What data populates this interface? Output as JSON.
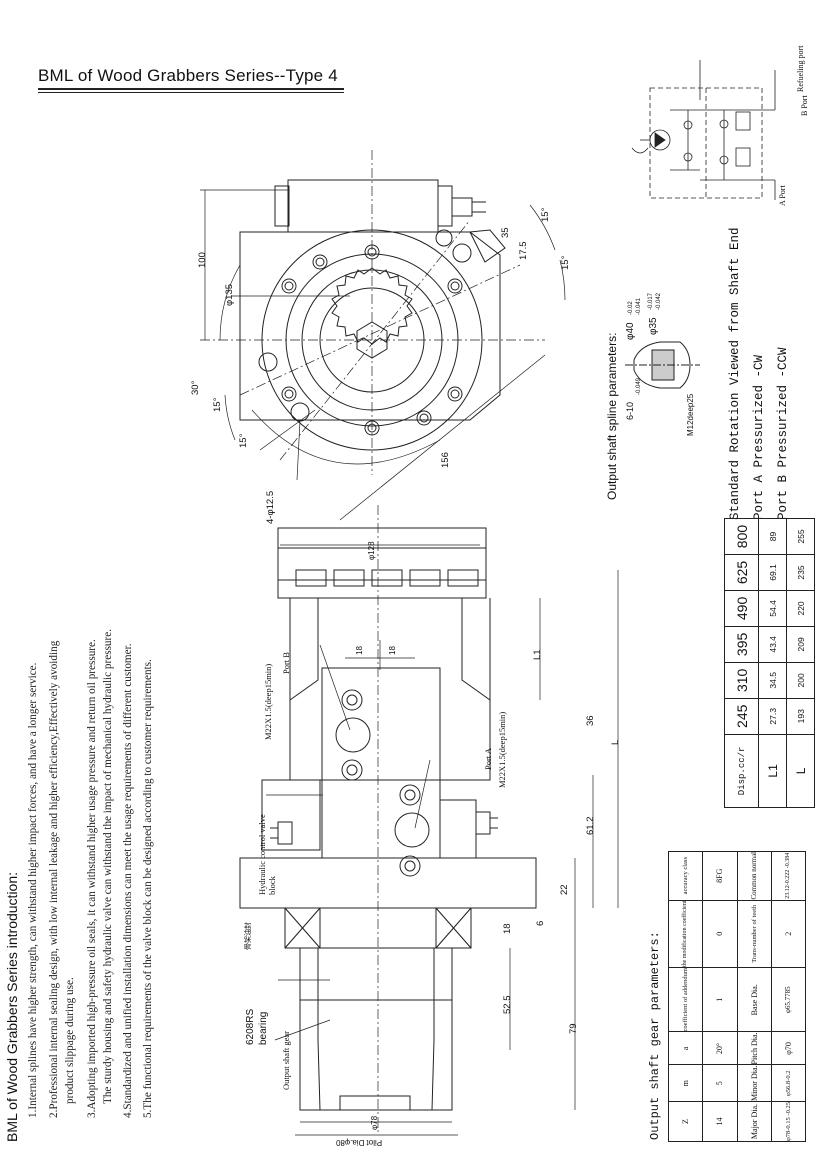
{
  "title": "BML of Wood Grabbers  Series--Type 4",
  "intro": {
    "heading": "BML of Wood Grabbers Series introduction:",
    "lines": [
      "1.Internal splines have higher strength, can withstand higher impact forces, and have a longer service.",
      "2.Professional internal sealing design, with low internal leakage and higher efficiency,Effectively avoiding",
      "product slippage during use.",
      "3.Adopting imported high-pressure oil seals, it can withstand higher usage pressure and return oil pressure.",
      "The sturdy housing and safety hydraulic valve can withstand the impact of mechanical hydraulic pressure.",
      "4.Standardized and unified installation dimensions can meet the usage requirements of different customer.",
      "5.The functional requirements of the valve block can be designed according to customer requirements."
    ]
  },
  "dims_front": {
    "d100": "100",
    "d135": "φ135",
    "d156": "156",
    "d30": "30°",
    "d15a": "15°",
    "d15b": "15°",
    "d15c": "15°",
    "d15d": "15°",
    "d175": "17.5",
    "holes": "4-φ12.5",
    "sq": "35"
  },
  "dims_side": {
    "d128": "φ128",
    "L1": "L1",
    "L": "L",
    "d18a": "18",
    "d18b": "18",
    "d36": "36",
    "d612": "61.2",
    "d22": "22",
    "d6": "6",
    "d18c": "18",
    "d525": "52.5",
    "d79": "79",
    "d78": "φ78",
    "pilot": "Pilot Dia.φ80"
  },
  "labels": {
    "portB_thread": "M22X1.5(deep15min)",
    "portB": "Port B",
    "portA_thread": "M22X1.5(deep15min)",
    "portA": "Port A",
    "valve_block": "Hydraulic control valve block",
    "bearing_code": "6208RS",
    "bearing": "bearing",
    "shaft_gear": "Output shaft gear",
    "seal_mark": "骨架油封"
  },
  "spline": {
    "heading": "Output shaft spline parameters:",
    "d40": "φ40",
    "d40_tol_up": "-0.02",
    "d40_tol_lo": "-0.041",
    "d35": "φ35",
    "d35_tol_up": "-0.017",
    "d35_tol_lo": "-0.042",
    "keyway": "6-10",
    "keyway_tol": "-0.049",
    "thread": "M12deep25"
  },
  "schematic": {
    "refuel": "Refueling port",
    "portA": "A Port",
    "portB": "B Port"
  },
  "rotation": {
    "line1": "Standard Rotation Viewed from Shaft End",
    "line2": "Port A Pressurized -CW",
    "line3": "Port B Pressurized -CCW"
  },
  "disp_table": {
    "header": "Disp.cc/r",
    "displacements": [
      "245",
      "310",
      "395",
      "490",
      "625",
      "800"
    ],
    "row_L1_label": "L1",
    "L1": [
      "27.3",
      "34.5",
      "43.4",
      "54.4",
      "69.1",
      "89"
    ],
    "row_L_label": "L",
    "L": [
      "193",
      "200",
      "209",
      "220",
      "235",
      "255"
    ]
  },
  "gear_table": {
    "heading": "Output shaft gear parameters:",
    "rows": [
      [
        "Z",
        "14",
        "Major Dia.",
        "φ78-0.15 -0.25"
      ],
      [
        "m",
        "5",
        "Minor Dia.",
        "φ56.8-0.2"
      ],
      [
        "a",
        "20°",
        "Pitch Dia.",
        "φ70"
      ],
      [
        "coefficient of addendum",
        "1",
        "Base Dia.",
        "φ65.7785"
      ],
      [
        "the modification coefficient",
        "0",
        "Trans-number of teeth",
        "2"
      ],
      [
        "accuracy class",
        "8FG",
        "Common normal",
        "23.12-0.222 -0.384"
      ]
    ]
  }
}
